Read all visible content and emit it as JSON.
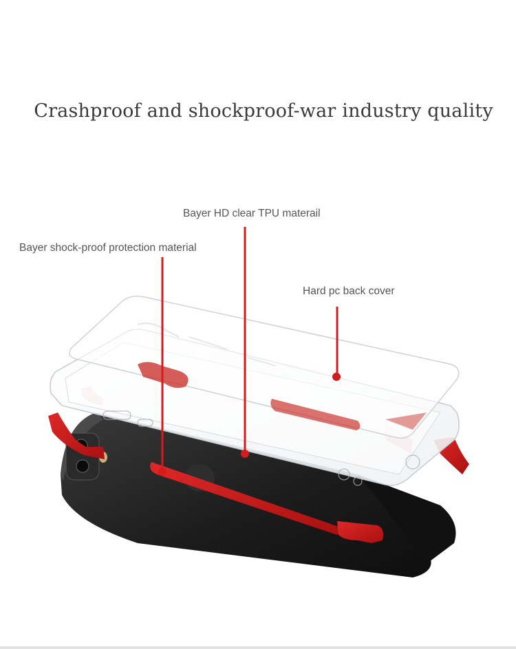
{
  "headline": "Crashproof and shockproof-war industry quality",
  "callouts": {
    "tpu": "Bayer HD clear TPU materail",
    "shock": "Bayer shock-proof protection material",
    "pc": "Hard pc back cover"
  },
  "colors": {
    "accent_red": "#d41c1c",
    "phone_black": "#1c1c1c",
    "text_gray": "#555555"
  }
}
